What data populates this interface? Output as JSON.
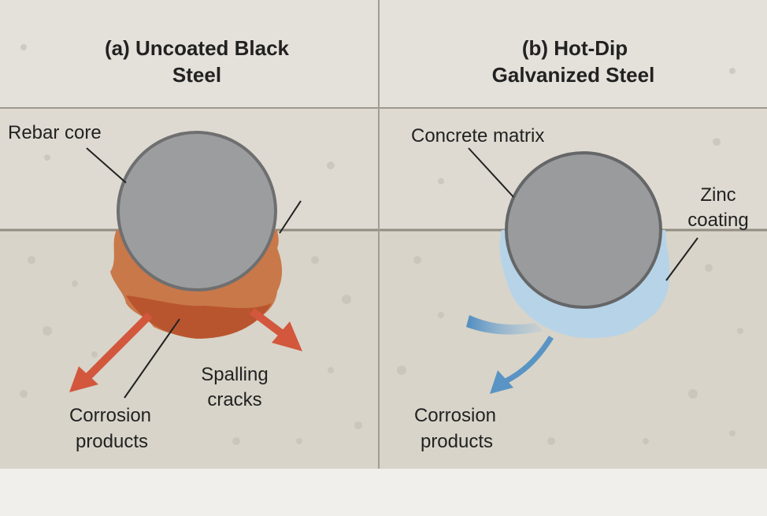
{
  "panel_a": {
    "title_line1": "(a)  Uncoated Black",
    "title_line2": "Steel",
    "label_rebar": "Rebar core",
    "label_spalling_1": "Spalling",
    "label_spalling_2": "cracks",
    "label_corrosion_1": "Corrosion",
    "label_corrosion_2": "products"
  },
  "panel_b": {
    "title_line1": "(b)  Hot-Dip",
    "title_line2": "Galvanized Steel",
    "label_concrete": "Concrete matrix",
    "label_zinc_1": "Zinc",
    "label_zinc_2": "coating",
    "label_corrosion_1": "Corrosion",
    "label_corrosion_2": "products"
  },
  "colors": {
    "concrete": "#d9d5cb",
    "steel": "#9a9b9d",
    "rust": "#c0663f",
    "zinc": "#b7d3e8",
    "arrow_blue": "#4f8cc0",
    "arrow_red": "#d2573c"
  }
}
